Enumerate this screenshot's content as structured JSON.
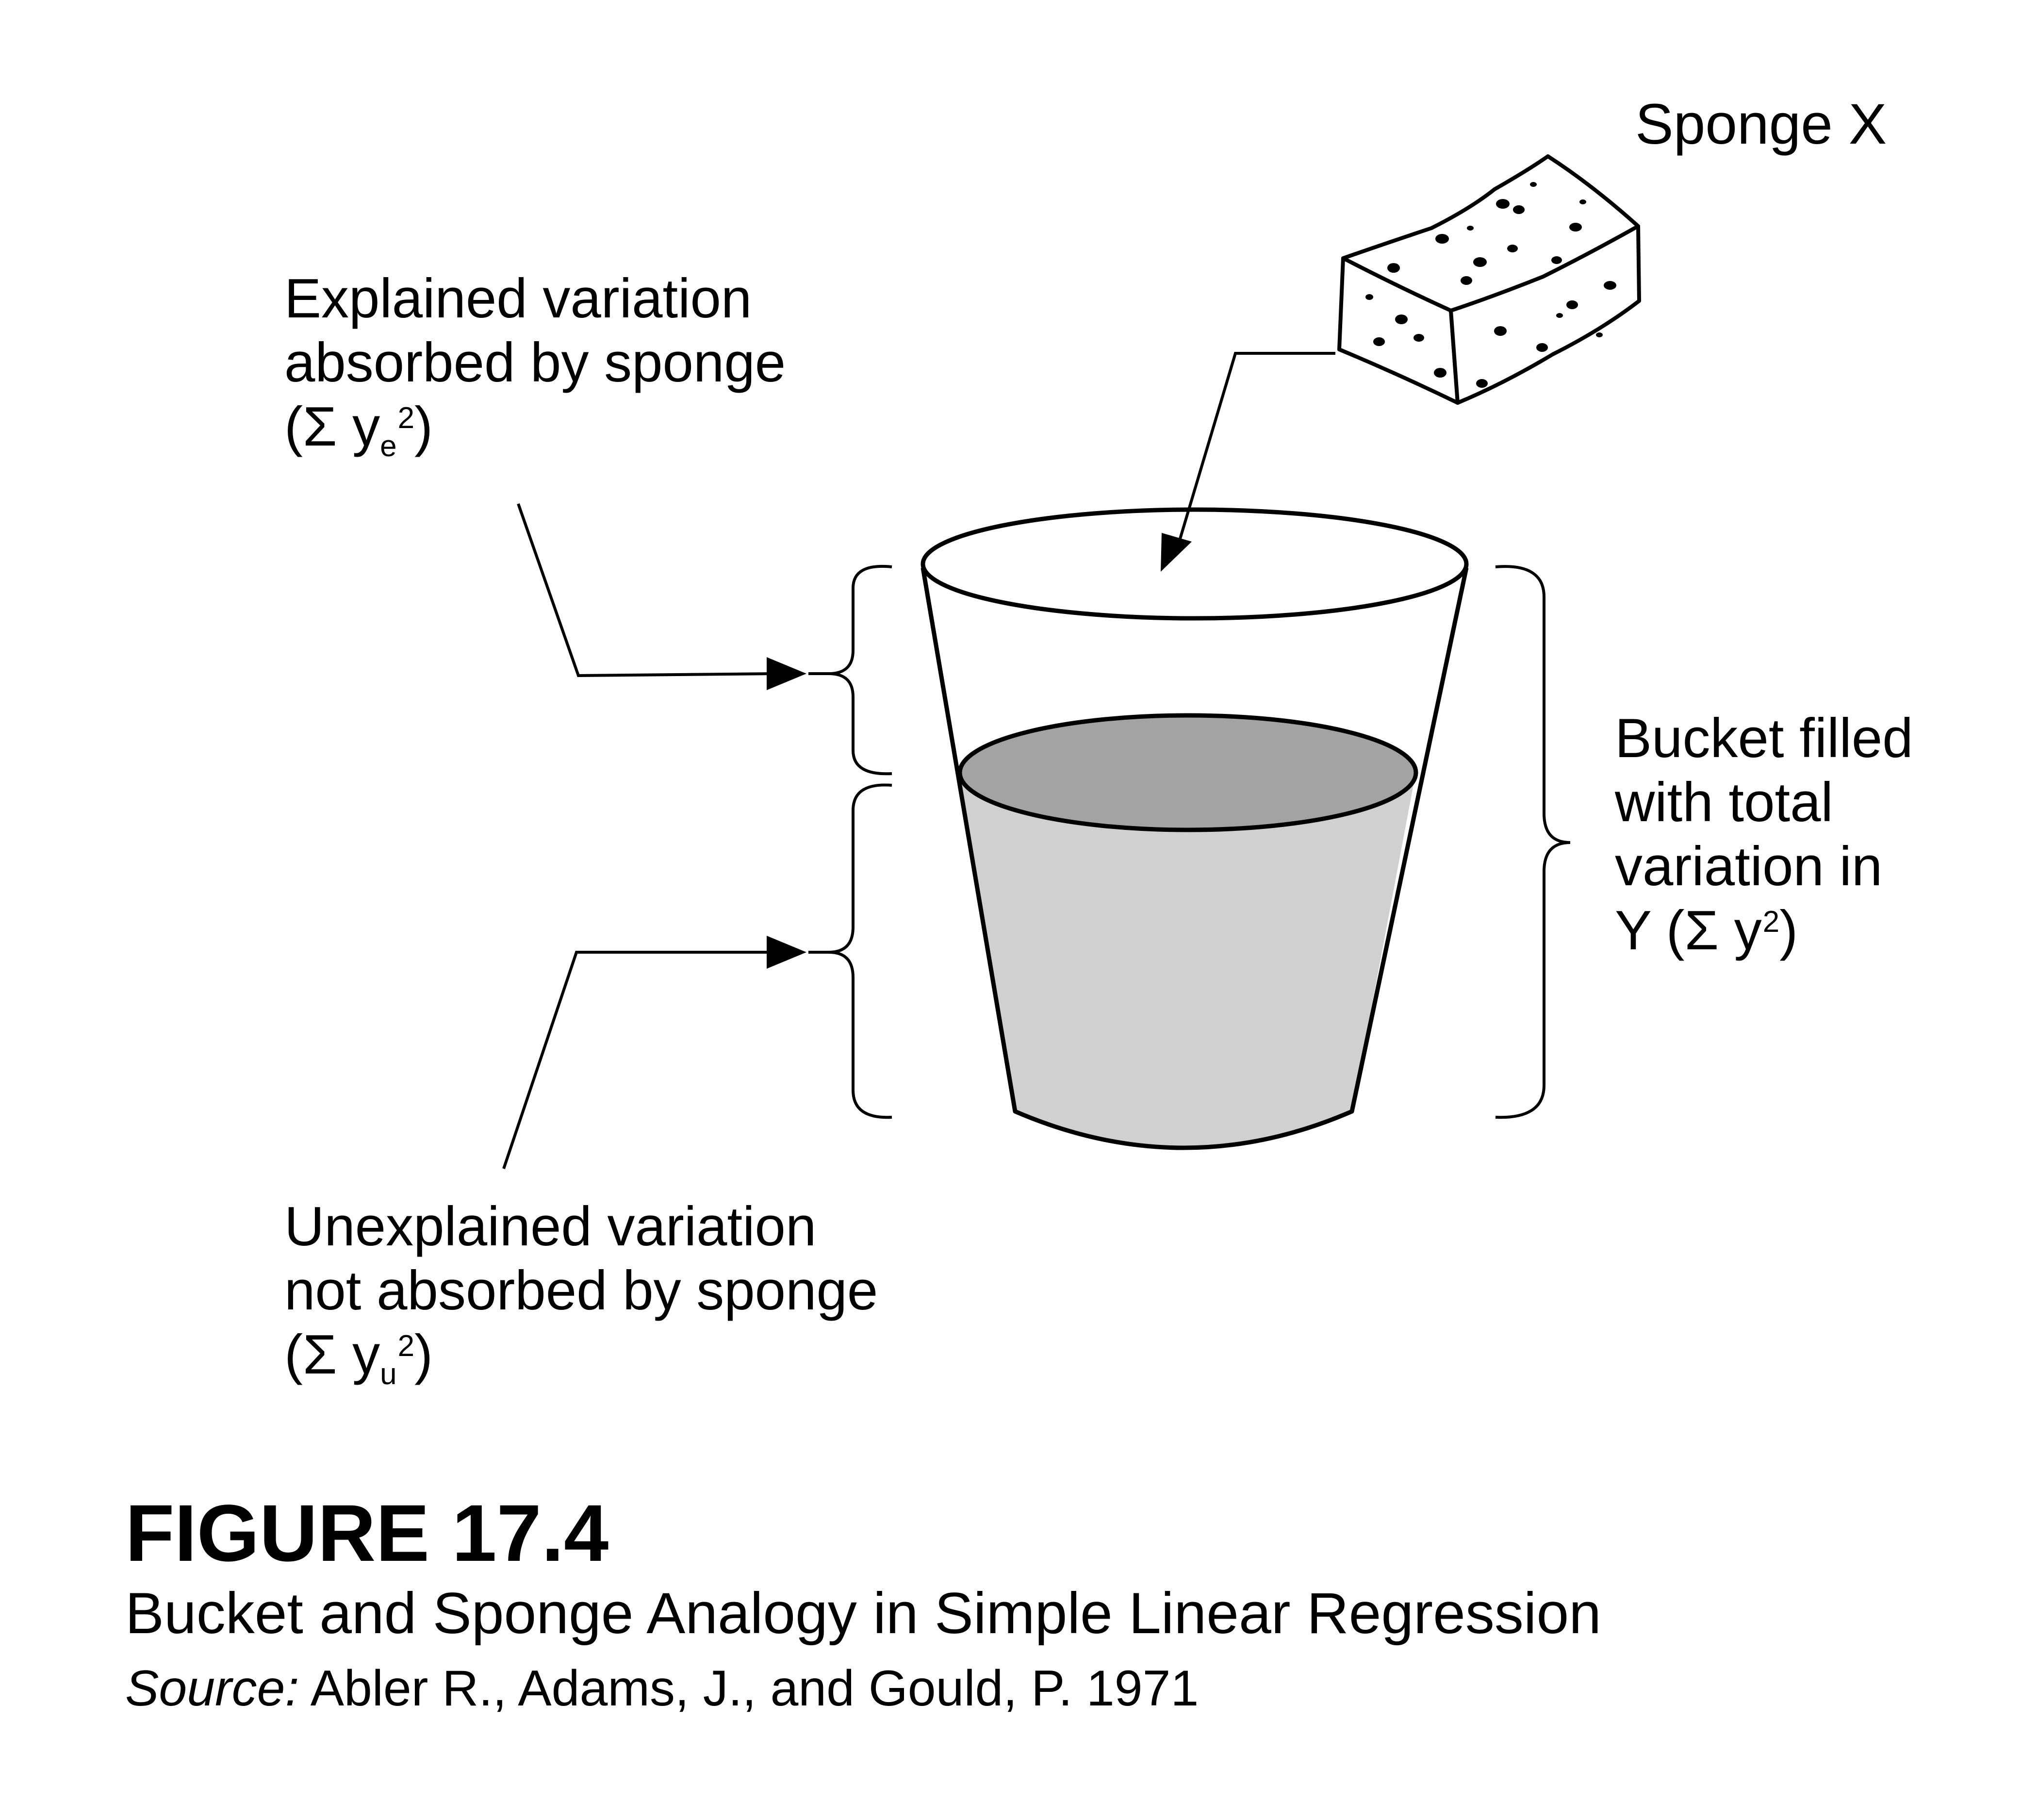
{
  "sponge_label": "Sponge X",
  "explained": {
    "line1": "Explained variation",
    "line2": "absorbed by sponge",
    "formula_open": "(Σ y",
    "formula_sub": "e",
    "formula_sup": "2",
    "formula_close": ")"
  },
  "unexplained": {
    "line1": "Unexplained variation",
    "line2": "not absorbed by sponge",
    "formula_open": "(Σ y",
    "formula_sub": "u",
    "formula_sup": "2",
    "formula_close": ")"
  },
  "bucket": {
    "line1": "Bucket filled",
    "line2": "with total",
    "line3": "variation in",
    "line4_open": "Y (Σ y",
    "line4_sup": "2",
    "line4_close": ")"
  },
  "figure": {
    "title": "FIGURE 17.4",
    "subtitle": "Bucket and Sponge Analogy in Simple Linear Regression",
    "source_label": "Source:",
    "source_text": "Abler R., Adams, J., and Gould, P. 1971"
  },
  "colors": {
    "water_side": "#d0d0d0",
    "water_surface": "#a3a3a3",
    "stroke": "#000000"
  }
}
